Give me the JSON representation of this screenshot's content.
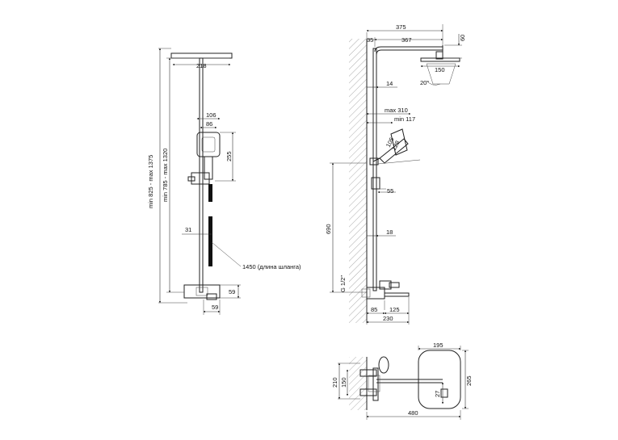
{
  "front_view": {
    "overall_height": "min 825 - max 1375",
    "rail_height": "min 785 - max 1320",
    "head_width": "218",
    "hand_shower_outer": "106",
    "hand_shower_inner": "86",
    "holder_travel": "255",
    "hose_gap": "31",
    "hose_note": "1450 (длина шланга)",
    "base_height": "59",
    "base_width": "59"
  },
  "side_view": {
    "arm_total": "375",
    "wall_offset": "35",
    "arm_length": "367",
    "head_drop": "60",
    "head_size": "150",
    "tilt_angle": "20°",
    "rail_offset": "14",
    "reach_max": "max 310",
    "reach_min": "min 117",
    "hand_len_1": "105",
    "hand_len_2": "128",
    "holder_size": "55",
    "inlet_height": "690",
    "pipe_gap": "18",
    "thread": "G 1/2\"",
    "mixer_offset": "85",
    "spout_length": "125",
    "mixer_depth": "230"
  },
  "top_view": {
    "plate_width": "195",
    "plate_height": "265",
    "mount_outer": "210",
    "mount_inner": "150",
    "small_offset": "27",
    "overall_length": "480"
  }
}
